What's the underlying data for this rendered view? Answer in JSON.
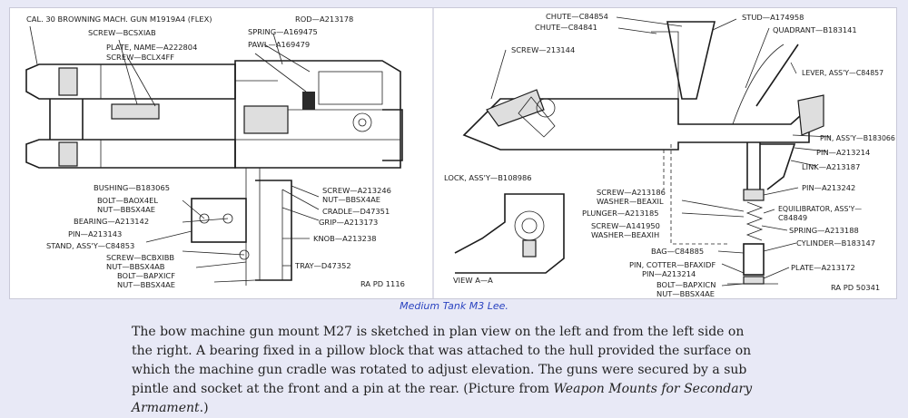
{
  "figure": {
    "left_labels": {
      "title": "CAL. 30 BROWNING MACH. GUN M1919A4 (FLEX)",
      "screw_top": "SCREW—BCSXIAB",
      "plate": "PLATE, NAME—A222804",
      "plate_screw": "SCREW—BCLX4FF",
      "rod": "ROD—A213178",
      "spring": "SPRING—A169475",
      "pawl": "PAWL—A169479",
      "bushing": "BUSHING—B183065",
      "bolt1": "BOLT—BAOX4EL",
      "nut1": "NUT—BBSX4AE",
      "bearing": "BEARING—A213142",
      "pin": "PIN—A213143",
      "stand": "STAND, ASS'Y—C84853",
      "screw_mid": "SCREW—BCBXIBB",
      "nut_mid": "NUT—BBSX4AB",
      "bolt2": "BOLT—BAPXICF",
      "nut2": "NUT—BBSX4AE",
      "screw_r": "SCREW—A213246",
      "nut_r": "NUT—BBSX4AE",
      "cradle": "CRADLE—D47351",
      "grip": "GRIP—A213173",
      "knob": "KNOB—A213238",
      "tray": "TRAY—D47352",
      "ref": "RA PD 1116"
    },
    "right_labels": {
      "chute1": "CHUTE—C84854",
      "chute2": "CHUTE—C84841",
      "stud": "STUD—A174958",
      "quadrant": "QUADRANT—B183141",
      "screw_top": "SCREW—213144",
      "lever": "LEVER, ASS'Y—C84857",
      "pin_assy": "PIN, ASS'Y—B183066",
      "pin": "PIN—A213214",
      "link": "LINK—A213187",
      "lock": "LOCK, ASS'Y—B108986",
      "screw2": "SCREW—A213186",
      "washer": "WASHER—BEAXIL",
      "plunger": "PLUNGER—A213185",
      "screw3": "SCREW—A141950",
      "washer2": "WASHER—BEAXIH",
      "pin2": "PIN—A213242",
      "equil1": "EQUILIBRATOR, ASS'Y—",
      "equil2": "C84849",
      "spring": "SPRING—A213188",
      "cylinder": "CYLINDER—B183147",
      "bag": "BAG—C84885",
      "cotter": "PIN, COTTER—BFAXIDF",
      "pin3": "PIN—A213214",
      "plate": "PLATE—A213172",
      "bolt": "BOLT—BAPXICN",
      "nut": "NUT—BBSX4AE",
      "view": "VIEW A—A",
      "ref": "RA PD 50341"
    }
  },
  "caption": "Medium Tank M3 Lee.",
  "paragraph": {
    "text": "The bow machine gun mount M27 is sketched in plan view on the left and from the left side on the right. A bearing fixed in a pillow block that was attached to the hull provided the surface on which the machine gun cradle was rotated to adjust elevation. The guns were secured by a sub pintle and socket at the front and a pin at the rear. (Picture from ",
    "source": "Weapon Mounts for Secondary Armament",
    "end": ".)"
  }
}
